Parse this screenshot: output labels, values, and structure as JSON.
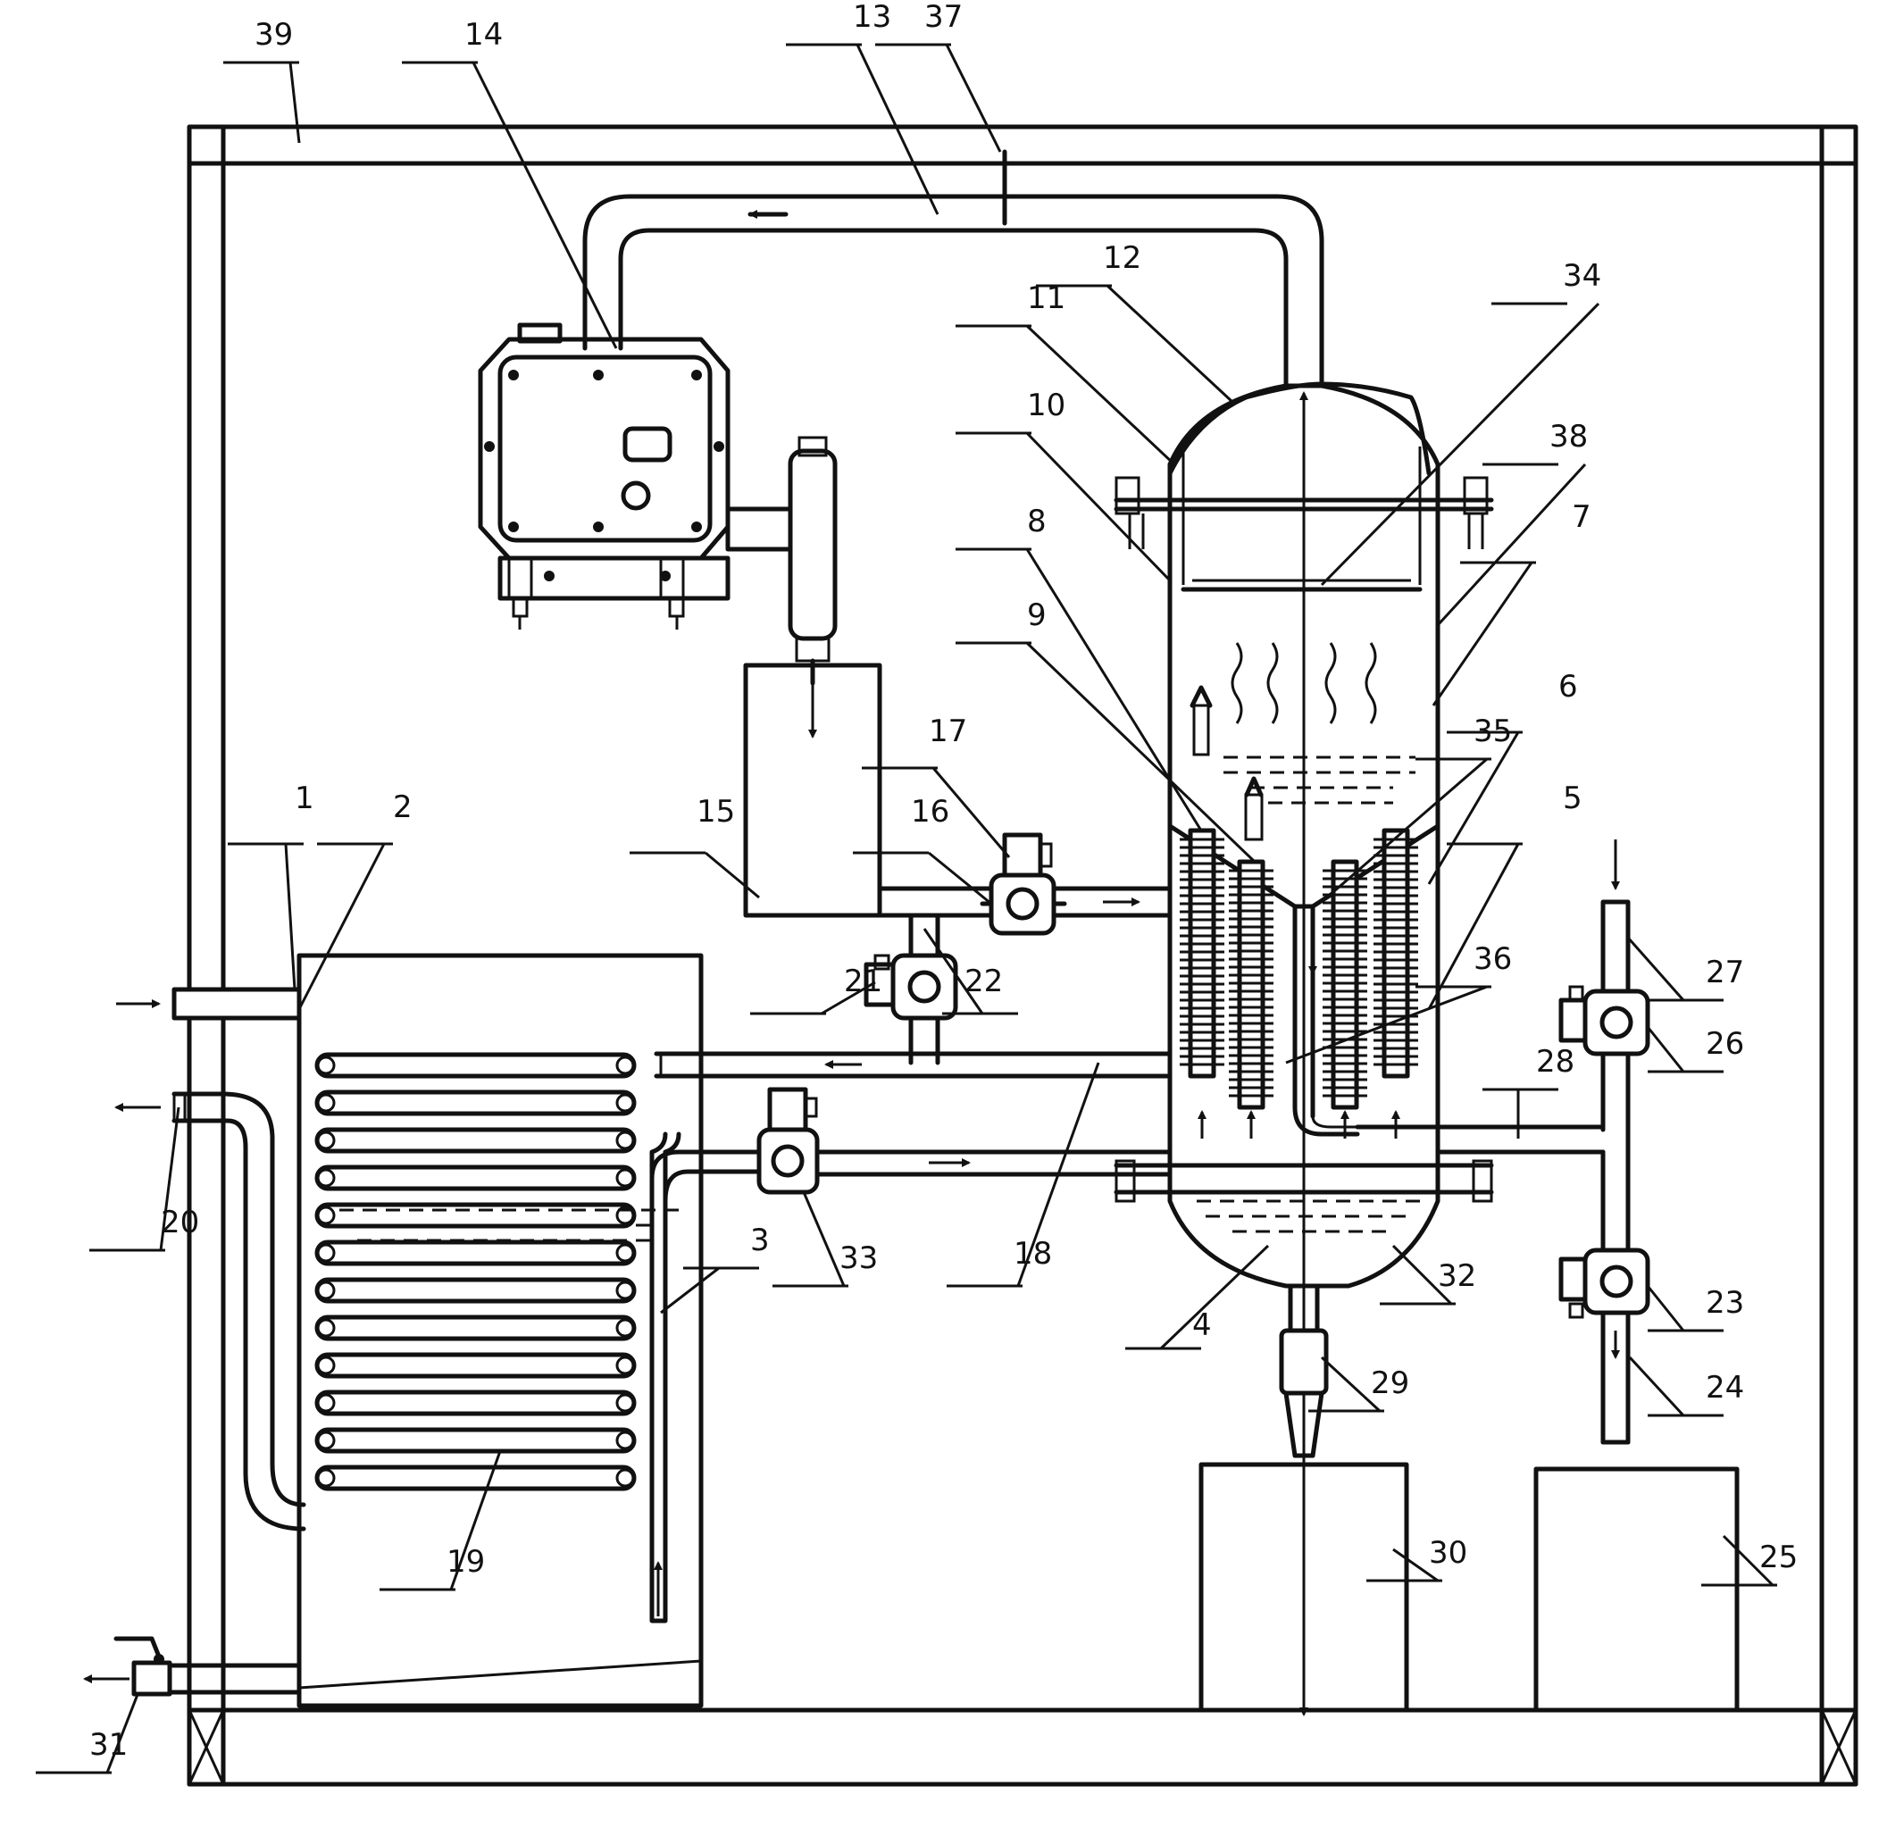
{
  "labels": {
    "l1": "1",
    "l2": "2",
    "l3": "3",
    "l4": "4",
    "l5": "5",
    "l6": "6",
    "l7": "7",
    "l8": "8",
    "l9": "9",
    "l10": "10",
    "l11": "11",
    "l12": "12",
    "l13": "13",
    "l14": "14",
    "l15": "15",
    "l16": "16",
    "l17": "17",
    "l18": "18",
    "l19": "19",
    "l20": "20",
    "l21": "21",
    "l22": "22",
    "l23": "23",
    "l24": "24",
    "l25": "25",
    "l26": "26",
    "l27": "27",
    "l28": "28",
    "l29": "29",
    "l30": "30",
    "l31": "31",
    "l32": "32",
    "l33": "33",
    "l34": "34",
    "l35": "35",
    "l36": "36",
    "l37": "37",
    "l38": "38",
    "l39": "39"
  }
}
